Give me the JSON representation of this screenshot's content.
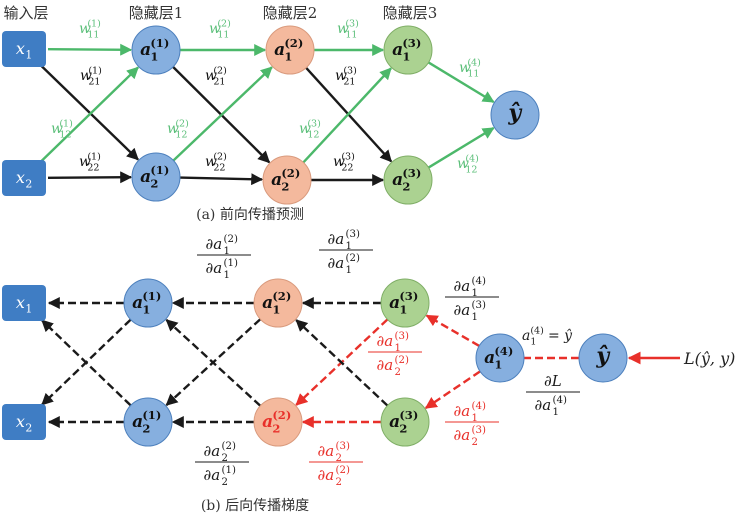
{
  "forward": {
    "headers": [
      "输入层",
      "隐藏层1",
      "隐藏层2",
      "隐藏层3"
    ],
    "nodes": {
      "x1": {
        "base": "x",
        "sub": "1",
        "kind": "input"
      },
      "x2": {
        "base": "x",
        "sub": "2",
        "kind": "input"
      },
      "a11": {
        "base": "a",
        "sub": "1",
        "sup": "(1)",
        "kind": "layer1"
      },
      "a21": {
        "base": "a",
        "sub": "2",
        "sup": "(1)",
        "kind": "layer1"
      },
      "a12": {
        "base": "a",
        "sub": "1",
        "sup": "(2)",
        "kind": "layer2"
      },
      "a22": {
        "base": "a",
        "sub": "2",
        "sup": "(2)",
        "kind": "layer2"
      },
      "a13": {
        "base": "a",
        "sub": "1",
        "sup": "(3)",
        "kind": "layer3"
      },
      "a23": {
        "base": "a",
        "sub": "2",
        "sup": "(3)",
        "kind": "layer3"
      },
      "yhat": {
        "base": "ŷ",
        "kind": "output"
      }
    },
    "weights": [
      {
        "from": "x1",
        "to": "a11",
        "color": "green",
        "label": {
          "base": "w",
          "sub": "11",
          "sup": "(1)"
        }
      },
      {
        "from": "x1",
        "to": "a21",
        "color": "black",
        "label": {
          "base": "w",
          "sub": "21",
          "sup": "(1)"
        }
      },
      {
        "from": "x2",
        "to": "a11",
        "color": "green",
        "label": {
          "base": "w",
          "sub": "12",
          "sup": "(1)"
        }
      },
      {
        "from": "x2",
        "to": "a21",
        "color": "black",
        "label": {
          "base": "w",
          "sub": "22",
          "sup": "(1)"
        }
      },
      {
        "from": "a11",
        "to": "a12",
        "color": "green",
        "label": {
          "base": "w",
          "sub": "11",
          "sup": "(2)"
        }
      },
      {
        "from": "a11",
        "to": "a22",
        "color": "black",
        "label": {
          "base": "w",
          "sub": "21",
          "sup": "(2)"
        }
      },
      {
        "from": "a21",
        "to": "a12",
        "color": "green",
        "label": {
          "base": "w",
          "sub": "12",
          "sup": "(2)"
        }
      },
      {
        "from": "a21",
        "to": "a22",
        "color": "black",
        "label": {
          "base": "w",
          "sub": "22",
          "sup": "(2)"
        }
      },
      {
        "from": "a12",
        "to": "a13",
        "color": "green",
        "label": {
          "base": "w",
          "sub": "11",
          "sup": "(3)"
        }
      },
      {
        "from": "a12",
        "to": "a23",
        "color": "black",
        "label": {
          "base": "w",
          "sub": "21",
          "sup": "(3)"
        }
      },
      {
        "from": "a22",
        "to": "a13",
        "color": "green",
        "label": {
          "base": "w",
          "sub": "12",
          "sup": "(3)"
        }
      },
      {
        "from": "a22",
        "to": "a23",
        "color": "black",
        "label": {
          "base": "w",
          "sub": "22",
          "sup": "(3)"
        }
      },
      {
        "from": "a13",
        "to": "yhat",
        "color": "green",
        "label": {
          "base": "w",
          "sub": "11",
          "sup": "(4)"
        }
      },
      {
        "from": "a23",
        "to": "yhat",
        "color": "green",
        "label": {
          "base": "w",
          "sub": "12",
          "sup": "(4)"
        }
      }
    ],
    "caption": "(a) 前向传播预测"
  },
  "backward": {
    "nodes": {
      "x1": {
        "base": "x",
        "sub": "1",
        "kind": "input"
      },
      "x2": {
        "base": "x",
        "sub": "2",
        "kind": "input"
      },
      "a11": {
        "base": "a",
        "sub": "1",
        "sup": "(1)",
        "kind": "layer1"
      },
      "a21": {
        "base": "a",
        "sub": "2",
        "sup": "(1)",
        "kind": "layer1"
      },
      "a12": {
        "base": "a",
        "sub": "1",
        "sup": "(2)",
        "kind": "layer2"
      },
      "a22": {
        "base": "a",
        "sub": "2",
        "sup": "(2)",
        "kind": "layer2",
        "text_color": "red"
      },
      "a13": {
        "base": "a",
        "sub": "1",
        "sup": "(3)",
        "kind": "layer3"
      },
      "a23": {
        "base": "a",
        "sub": "2",
        "sup": "(3)",
        "kind": "layer3"
      },
      "a14": {
        "base": "a",
        "sub": "1",
        "sup": "(4)",
        "kind": "output"
      },
      "yhat": {
        "base": "ŷ",
        "kind": "output"
      }
    },
    "edges": [
      {
        "from": "a11",
        "to": "x1",
        "color": "black"
      },
      {
        "from": "a11",
        "to": "x2",
        "color": "black"
      },
      {
        "from": "a21",
        "to": "x1",
        "color": "black"
      },
      {
        "from": "a21",
        "to": "x2",
        "color": "black"
      },
      {
        "from": "a12",
        "to": "a11",
        "color": "black"
      },
      {
        "from": "a12",
        "to": "a21",
        "color": "black"
      },
      {
        "from": "a22",
        "to": "a11",
        "color": "black"
      },
      {
        "from": "a22",
        "to": "a21",
        "color": "black"
      },
      {
        "from": "a13",
        "to": "a12",
        "color": "black"
      },
      {
        "from": "a13",
        "to": "a22",
        "color": "red"
      },
      {
        "from": "a23",
        "to": "a12",
        "color": "black"
      },
      {
        "from": "a23",
        "to": "a22",
        "color": "red"
      },
      {
        "from": "a14",
        "to": "a13",
        "color": "red"
      },
      {
        "from": "a14",
        "to": "a23",
        "color": "red"
      },
      {
        "from": "yhat",
        "to": "a14",
        "color": "red",
        "arrow": false
      }
    ],
    "gradients": [
      {
        "color": "black",
        "num": {
          "base": "∂a",
          "sub": "1",
          "sup": "(2)"
        },
        "den": {
          "base": "∂a",
          "sub": "1",
          "sup": "(1)"
        }
      },
      {
        "color": "black",
        "num": {
          "base": "∂a",
          "sub": "1",
          "sup": "(3)"
        },
        "den": {
          "base": "∂a",
          "sub": "1",
          "sup": "(2)"
        }
      },
      {
        "color": "red",
        "num": {
          "base": "∂a",
          "sub": "1",
          "sup": "(3)"
        },
        "den": {
          "base": "∂a",
          "sub": "2",
          "sup": "(2)"
        }
      },
      {
        "color": "black",
        "num": {
          "base": "∂a",
          "sub": "2",
          "sup": "(2)"
        },
        "den": {
          "base": "∂a",
          "sub": "2",
          "sup": "(1)"
        }
      },
      {
        "color": "red",
        "num": {
          "base": "∂a",
          "sub": "2",
          "sup": "(3)"
        },
        "den": {
          "base": "∂a",
          "sub": "2",
          "sup": "(2)"
        }
      },
      {
        "color": "black",
        "num": {
          "base": "∂a",
          "sub": "1",
          "sup": "(4)"
        },
        "den": {
          "base": "∂a",
          "sub": "1",
          "sup": "(3)"
        }
      },
      {
        "color": "red",
        "num": {
          "base": "∂a",
          "sub": "1",
          "sup": "(4)"
        },
        "den": {
          "base": "∂a",
          "sub": "2",
          "sup": "(3)"
        }
      },
      {
        "color": "black",
        "num": {
          "base": "∂L"
        },
        "den": {
          "base": "∂a",
          "sub": "1",
          "sup": "(4)"
        }
      }
    ],
    "output_eq": {
      "lhs": {
        "base": "a",
        "sub": "1",
        "sup": "(4)"
      },
      "rhs": "= ŷ"
    },
    "loss": "L(ŷ, y)",
    "caption": "(b) 后向传播梯度"
  },
  "colors": {
    "green": "#4cb86a",
    "black": "#1a1a1a",
    "red": "#e8302a",
    "input_fill": "#3f7dc4",
    "layer1_fill": "#86afdf",
    "layer2_fill": "#f4b99d",
    "layer3_fill": "#abd291",
    "output_fill": "#86afdf",
    "green_label": "#5cbf7a"
  }
}
